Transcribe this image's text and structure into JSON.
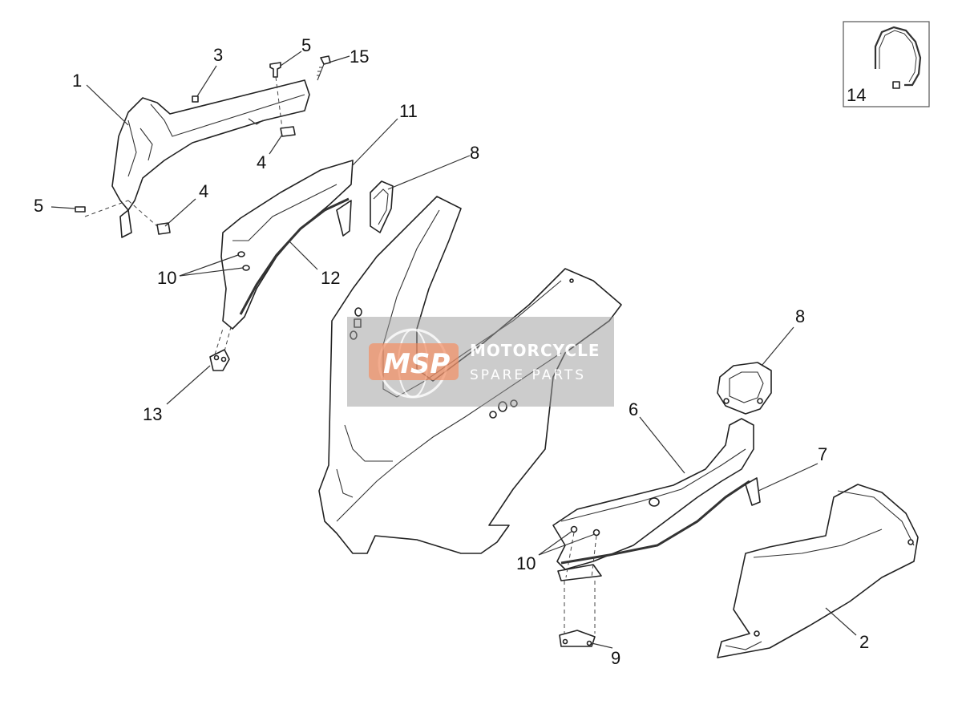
{
  "diagram": {
    "callouts": {
      "c1": "1",
      "c2": "2",
      "c3": "3",
      "c4a": "4",
      "c4b": "4",
      "c5a": "5",
      "c5b": "5",
      "c6": "6",
      "c7": "7",
      "c8a": "8",
      "c8b": "8",
      "c9": "9",
      "c10a": "10",
      "c10b": "10",
      "c11": "11",
      "c12": "12",
      "c13": "13",
      "c14": "14",
      "c15": "15"
    },
    "watermark": {
      "logo": "MSP",
      "line1": "MOTORCYCLE",
      "line2": "SPARE PARTS",
      "band_color": "#9a9a9a",
      "logo_color": "#f08a5d"
    }
  }
}
